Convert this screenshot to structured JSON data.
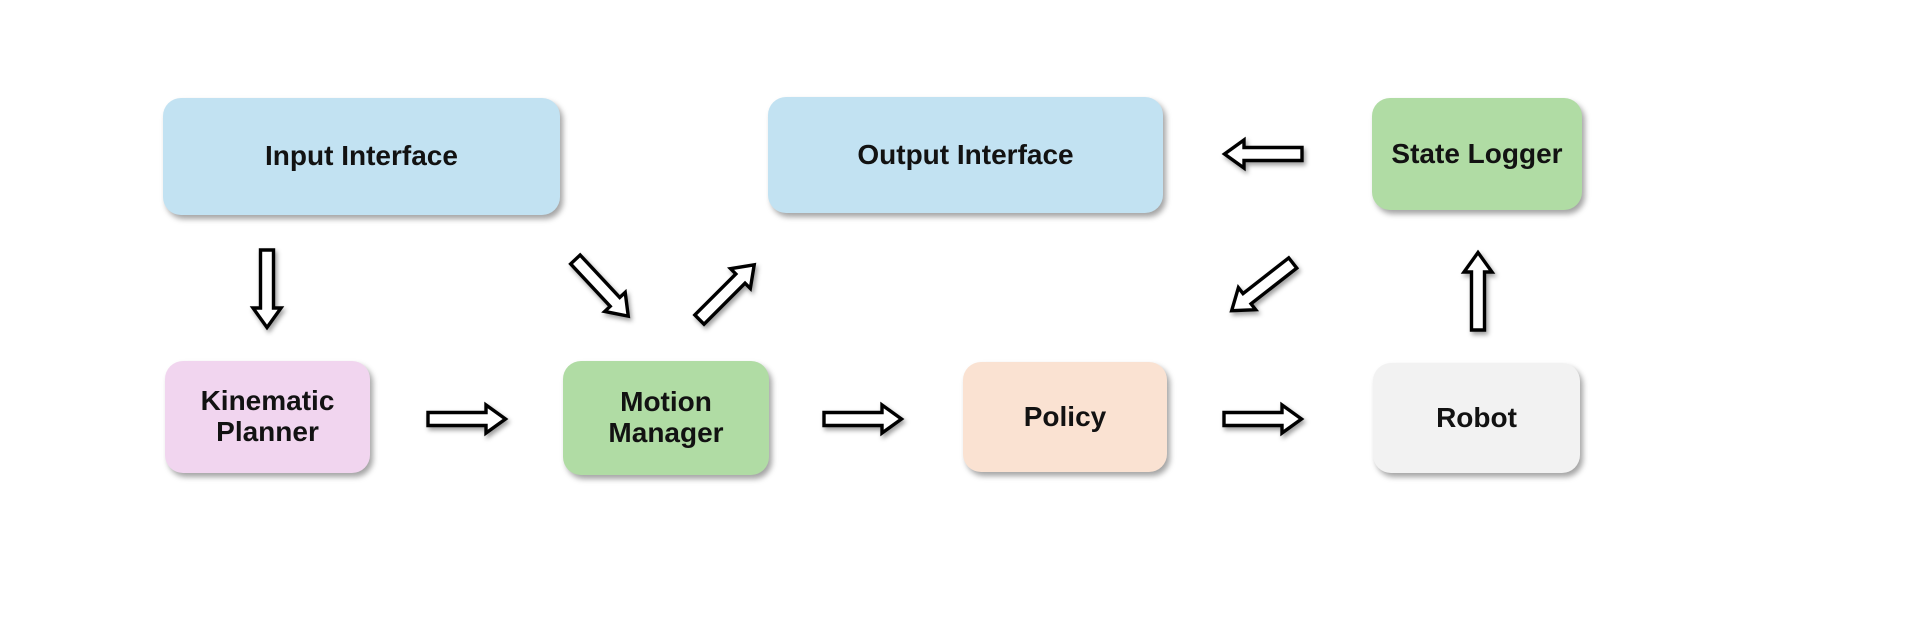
{
  "diagram": {
    "nodes": [
      {
        "id": "input-interface",
        "label": "Input Interface",
        "color": "#c2e2f2"
      },
      {
        "id": "output-interface",
        "label": "Output Interface",
        "color": "#c2e2f2"
      },
      {
        "id": "state-logger",
        "label": "State Logger",
        "color": "#b0dca4"
      },
      {
        "id": "kinematic-planner",
        "label": "Kinematic Planner",
        "color": "#f1d5ef"
      },
      {
        "id": "motion-manager",
        "label": "Motion Manager",
        "color": "#b0dca4"
      },
      {
        "id": "policy",
        "label": "Policy",
        "color": "#fae2d2"
      },
      {
        "id": "robot",
        "label": "Robot",
        "color": "#f2f2f2"
      }
    ],
    "edges": [
      {
        "from": "Input Interface",
        "to": "Kinematic Planner",
        "direction": "down"
      },
      {
        "from": "Kinematic Planner",
        "to": "Motion Manager",
        "direction": "right"
      },
      {
        "from": "Output Interface",
        "to": "Motion Manager",
        "direction": "down-right"
      },
      {
        "from": "Motion Manager",
        "to": "Output Interface",
        "direction": "up-right"
      },
      {
        "from": "Motion Manager",
        "to": "Policy",
        "direction": "right"
      },
      {
        "from": "Policy",
        "to": "Robot",
        "direction": "right"
      },
      {
        "from": "State Logger",
        "to": "Output Interface",
        "direction": "left"
      },
      {
        "from": "State Logger",
        "to": "Policy",
        "direction": "down-left"
      },
      {
        "from": "Robot",
        "to": "State Logger",
        "direction": "up"
      }
    ],
    "arrow_style": {
      "fill": "#ffffff",
      "stroke": "#000000"
    },
    "text_color": "#121212",
    "background": "#ffffff"
  }
}
